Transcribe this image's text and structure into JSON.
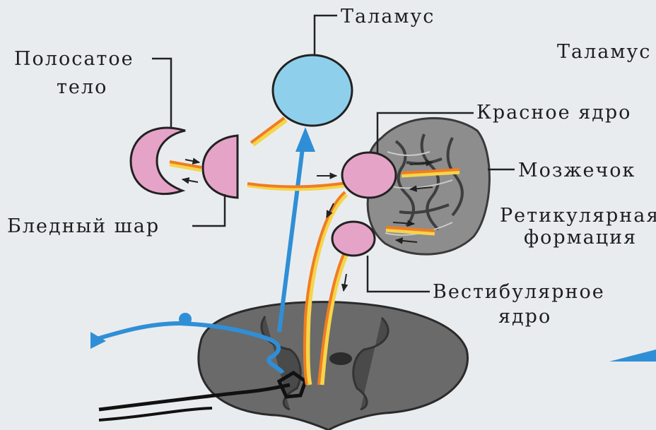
{
  "labels": {
    "thalamus": "Таламус",
    "thalamus_right": "Таламус",
    "striatum_line1": "Полосатое",
    "striatum_line2": "тело",
    "red_nucleus": "Красное ядро",
    "cerebellum": "Мозжечок",
    "reticular_line1": "Ретикулярная",
    "reticular_line2": "формация",
    "globus_pallidus": "Бледный шар",
    "vestibular_line1": "Вестибулярное",
    "vestibular_line2": "ядро"
  },
  "colors": {
    "background": "#e9ecef",
    "nucleus_pink": "#e6a3c8",
    "thalamus_blue": "#8ed0ec",
    "afferent_blue": "#2f8fd6",
    "efferent_orange": "#f07d22",
    "efferent_yellow": "#f5d54a",
    "cerebellum_gray": "#8d8d8d",
    "spinal_cord_gray": "#6a6a6a",
    "outline": "#222222"
  }
}
